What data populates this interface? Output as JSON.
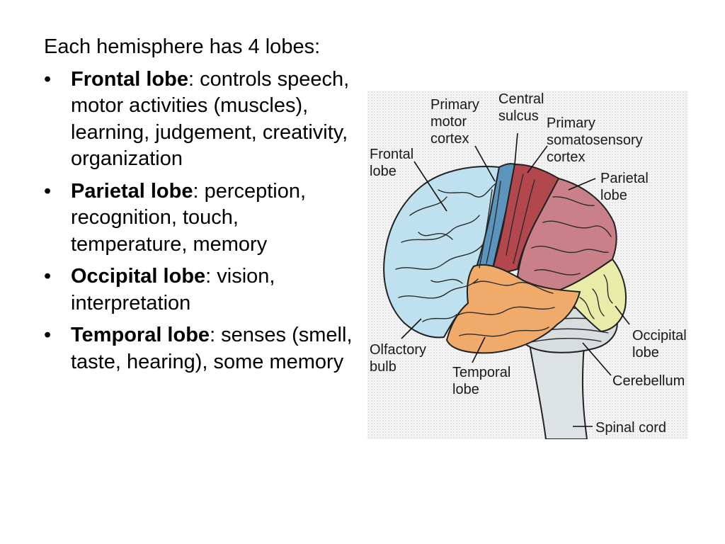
{
  "intro": "Each hemisphere has 4 lobes:",
  "bullets": [
    {
      "term": "Frontal lobe",
      "desc": ": controls speech, motor activities (muscles), learning, judgement, creativity, organization"
    },
    {
      "term": "Parietal lobe",
      "desc": ": perception, recognition, touch, temperature, memory"
    },
    {
      "term": "Occipital lobe",
      "desc": ": vision, interpretation"
    },
    {
      "term": "Temporal lobe",
      "desc": ": senses (smell, taste, hearing), some memory"
    }
  ],
  "bullet_char": "•",
  "diagram": {
    "labels": {
      "primary_motor": [
        "Primary",
        "motor",
        "cortex"
      ],
      "central_sulcus": [
        "Central",
        "sulcus"
      ],
      "primary_somatosensory": [
        "Primary",
        "somatosensory",
        "cortex"
      ],
      "frontal": [
        "Frontal",
        "lobe"
      ],
      "parietal": [
        "Parietal",
        "lobe"
      ],
      "occipital": [
        "Occipital",
        "lobe"
      ],
      "olfactory": [
        "Olfactory",
        "bulb"
      ],
      "temporal": [
        "Temporal",
        "lobe"
      ],
      "cerebellum": [
        "Cerebellum"
      ],
      "spinal_cord": [
        "Spinal cord"
      ]
    },
    "colors": {
      "frontal": "#bfe0ee",
      "motor": "#5b94bd",
      "somatosensory": "#b2474d",
      "parietal": "#c98088",
      "occipital": "#e8eca8",
      "temporal": "#f0ab6a",
      "cerebellum": "#d8dde0",
      "stem": "#dde2e4"
    }
  }
}
